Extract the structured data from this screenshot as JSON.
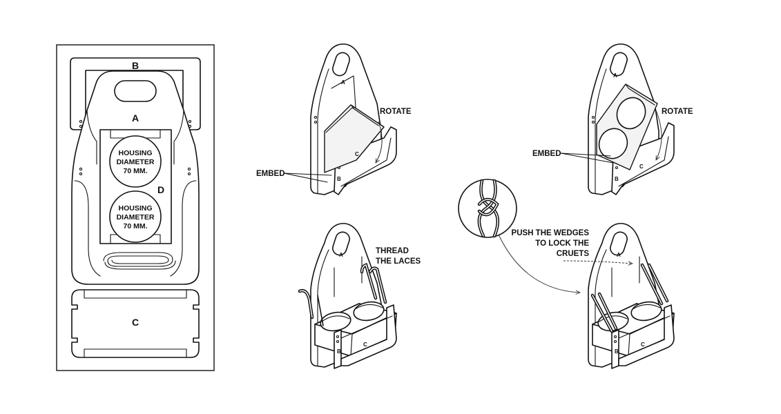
{
  "cut_sheet": {
    "part_b": "B",
    "part_a": "A",
    "part_c": "C",
    "part_d": "D",
    "housing_1": [
      "HOUSING",
      "DIAMETER",
      "70 MM."
    ],
    "housing_2": [
      "HOUSING",
      "DIAMETER",
      "70 MM."
    ]
  },
  "step1": {
    "rotate": "ROTATE",
    "embed": "EMBED",
    "part_a": "A",
    "part_b": "B",
    "part_c": "C"
  },
  "step2": {
    "rotate": "ROTATE",
    "embed": "EMBED",
    "part_a": "A",
    "part_b": "B",
    "part_c": "C"
  },
  "step3": {
    "thread": [
      "THREAD",
      "THE LACES"
    ],
    "part_a": "A",
    "part_b": "B",
    "part_c": "C"
  },
  "step4": {
    "push": [
      "PUSH THE WEDGES",
      "TO LOCK THE",
      "CRUETS"
    ],
    "part_a": "A",
    "part_b": "B",
    "part_c": "C"
  }
}
